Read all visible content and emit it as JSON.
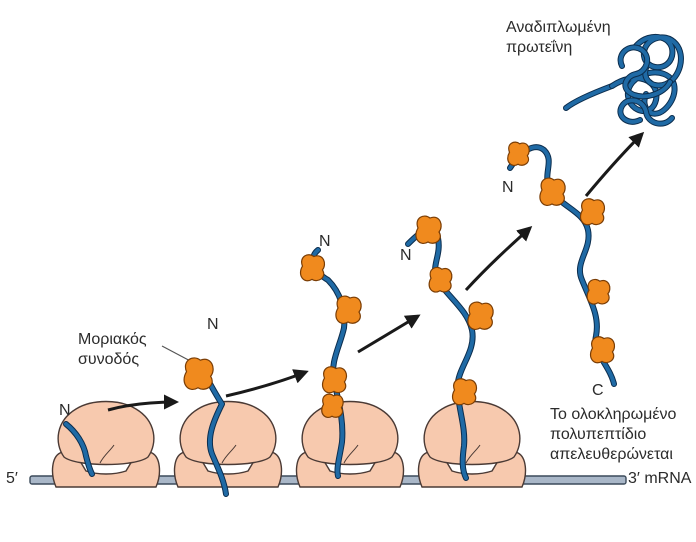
{
  "labels": {
    "folded_protein": [
      "Αναδιπλωμένη",
      "πρωτεΐνη"
    ],
    "chaperone": [
      "Μοριακός",
      "συνοδός"
    ],
    "released": [
      "Το ολοκληρωμένο",
      "πολυπεπτίδιο",
      "απελευθερώνεται"
    ],
    "mrna_5": "5′",
    "mrna_3": "3′ mRNA",
    "n_terminus": "N",
    "c_terminus": "C"
  },
  "colors": {
    "ribosome": "#f7c9ae",
    "ribosome_outline": "#4a3a35",
    "chaperone": "#f08a1e",
    "chaperone_outline": "#7a3d05",
    "polypeptide": "#1f6aa5",
    "polypeptide_outline": "#0c2d4d",
    "mrna_fill": "#a9b7c8",
    "mrna_outline": "#3b4a5a",
    "arrow": "#1a1a1a",
    "text": "#2b2b2b"
  }
}
